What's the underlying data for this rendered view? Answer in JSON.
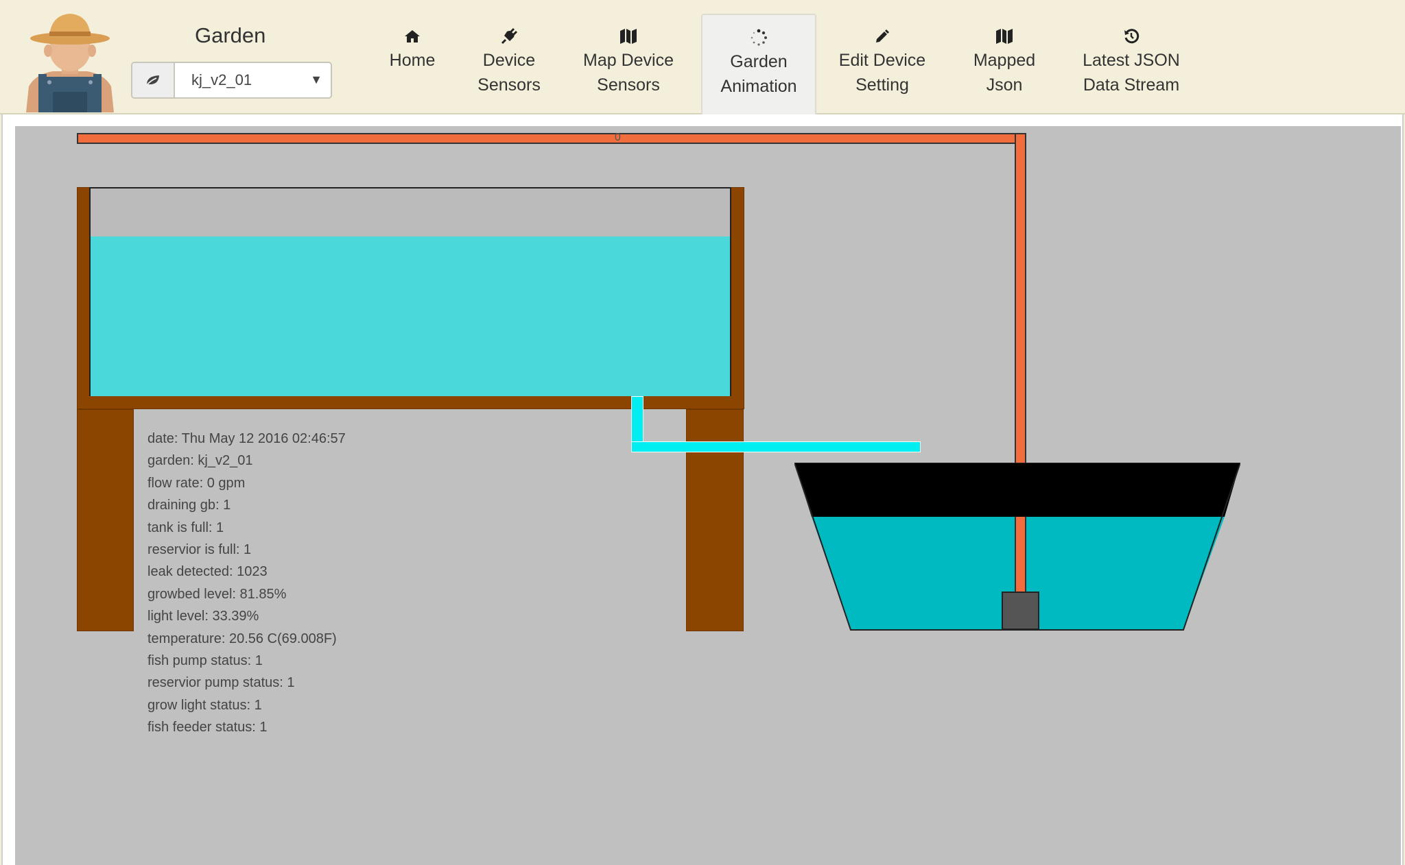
{
  "header": {
    "title": "Garden",
    "garden_select": {
      "value": "kj_v2_01",
      "icon": "leaf-icon"
    }
  },
  "nav": {
    "items": [
      {
        "label": "Home",
        "icon": "home-icon"
      },
      {
        "label": "Device\nSensors",
        "icon": "plug-icon"
      },
      {
        "label": "Map Device\nSensors",
        "icon": "map-icon"
      },
      {
        "label": "Garden\nAnimation",
        "icon": "spinner-icon",
        "active": true
      },
      {
        "label": "Edit Device\nSetting",
        "icon": "pencil-icon"
      },
      {
        "label": "Mapped\nJson",
        "icon": "map-icon"
      },
      {
        "label": "Latest JSON\nData Stream",
        "icon": "history-icon"
      }
    ]
  },
  "animation": {
    "pipe_label": "0",
    "status_lines": [
      "date: Thu May 12 2016 02:46:57",
      "garden: kj_v2_01",
      "flow rate: 0 gpm",
      "draining gb: 1",
      "tank is full: 1",
      "reservior is full: 1",
      "leak detected: 1023",
      "growbed level: 81.85%",
      "light level: 33.39%",
      "temperature: 20.56 C(69.008F)",
      "fish pump status: 1",
      "reservior pump status: 1",
      "grow light status: 1",
      "fish feeder status: 1"
    ],
    "growbed_level_percent": 81.85,
    "colors": {
      "pipe": "#f26d3d",
      "wood": "#8b4500",
      "growbed_water": "#4ad8da",
      "tank_water": "#00bac1",
      "drain_pipe": "#00eef2",
      "canvas": "#c0c0c0",
      "pump": "#555555"
    }
  }
}
